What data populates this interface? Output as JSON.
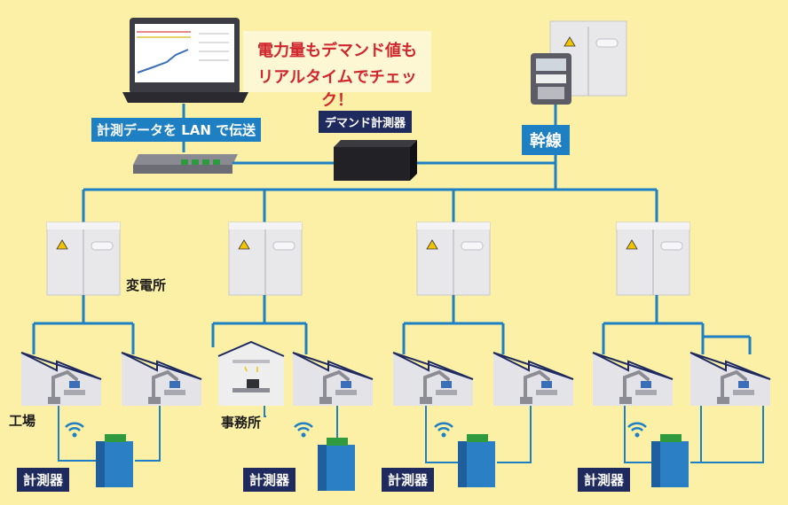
{
  "callout": {
    "line1": "電力量もデマンド値も",
    "line2": "リアルタイムでチェック！"
  },
  "labels": {
    "lan_transfer": "計測データを LAN で伝送",
    "demand_meter": "デマンド計測器",
    "trunk_line": "幹線",
    "substation": "変電所",
    "factory": "工場",
    "office": "事務所",
    "meter": "計測器"
  },
  "colors": {
    "background": "#fbf0a6",
    "line": "#1e7fc3",
    "navy": "#1f2a5e",
    "accent_red": "#d0262e",
    "meter_green": "#2f9a3e"
  }
}
